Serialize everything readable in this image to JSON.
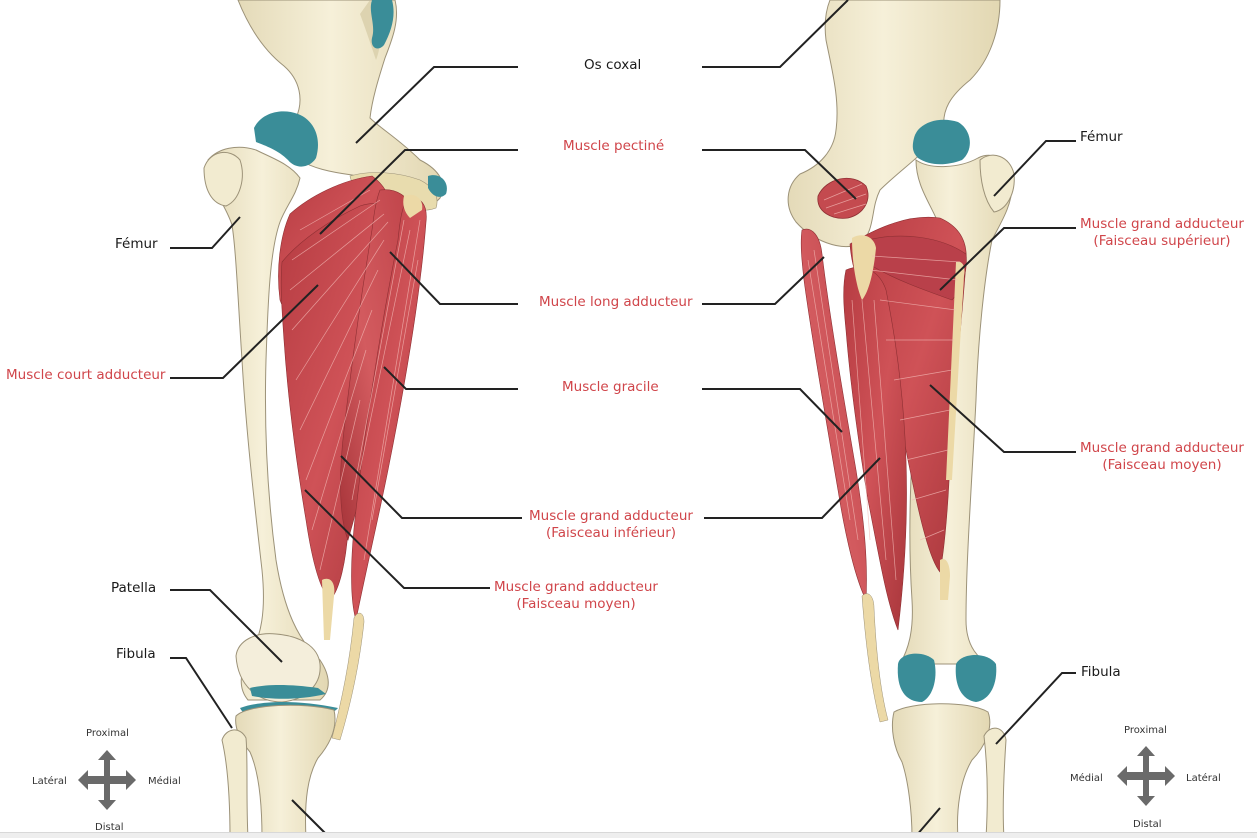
{
  "colors": {
    "bone": "#f3ecd2",
    "bone_shadow": "#ddd3b0",
    "bone_outline": "#9c9278",
    "cartilage": "#3a8d98",
    "muscle": "#c44a4f",
    "muscle_dark": "#9c3135",
    "muscle_light": "#e5777a",
    "tendon": "#ecd9a6",
    "leader_line": "#222222",
    "label_black": "#1a1a1a",
    "label_red": "#d0454a"
  },
  "anterior_view": {
    "labels": {
      "os_coxal": "Os coxal",
      "muscle_pectine": "Muscle pectiné",
      "femur": "Fémur",
      "muscle_long_adducteur": "Muscle long adducteur",
      "muscle_court_adducteur": "Muscle court adducteur",
      "muscle_gracile": "Muscle gracile",
      "muscle_grand_adducteur_inferieur_l1": "Muscle grand adducteur",
      "muscle_grand_adducteur_inferieur_l2": "(Faisceau inférieur)",
      "muscle_grand_adducteur_moyen_l1": "Muscle grand adducteur",
      "muscle_grand_adducteur_moyen_l2": "(Faisceau moyen)",
      "patella": "Patella",
      "fibula": "Fibula"
    },
    "compass": {
      "proximal": "Proximal",
      "distal": "Distal",
      "lateral": "Latéral",
      "medial": "Médial"
    }
  },
  "posterior_view": {
    "labels": {
      "femur": "Fémur",
      "muscle_grand_adducteur_superieur_l1": "Muscle grand adducteur",
      "muscle_grand_adducteur_superieur_l2": "(Faisceau supérieur)",
      "muscle_grand_adducteur_moyen_l1": "Muscle grand adducteur",
      "muscle_grand_adducteur_moyen_l2": "(Faisceau moyen)",
      "fibula": "Fibula"
    },
    "compass": {
      "proximal": "Proximal",
      "distal": "Distal",
      "medial": "Médial",
      "lateral": "Latéral"
    }
  }
}
